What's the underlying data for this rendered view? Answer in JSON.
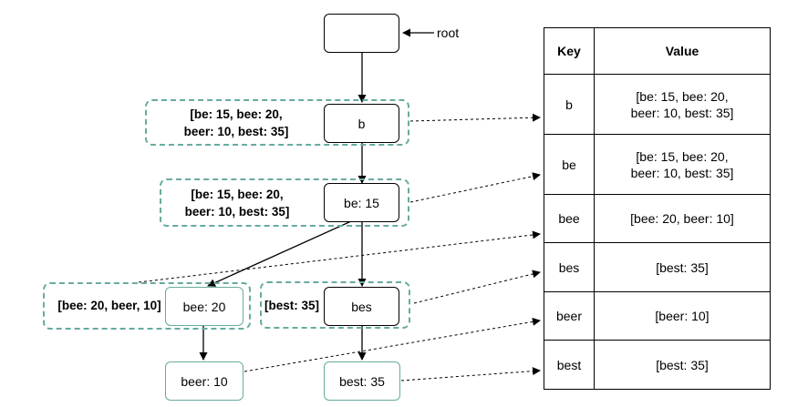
{
  "labels": {
    "root": "root"
  },
  "trie_nodes": {
    "root": "",
    "b": "b",
    "be": "be: 15",
    "bee": "bee: 20",
    "bes": "bes",
    "beer": "beer: 10",
    "best": "best: 35"
  },
  "cache": {
    "b": {
      "line1": "[be: 15, bee: 20,",
      "line2": "beer: 10, best: 35]"
    },
    "be": {
      "line1": "[be: 15, bee: 20,",
      "line2": "beer: 10, best: 35]"
    },
    "bee": {
      "line1": "[bee: 20, beer, 10]"
    },
    "bes": {
      "line1": "[best: 35]"
    }
  },
  "table": {
    "headers": [
      "Key",
      "Value"
    ],
    "rows": [
      {
        "key": "b",
        "value_line1": "[be: 15, bee: 20,",
        "value_line2": "beer: 10, best: 35]"
      },
      {
        "key": "be",
        "value_line1": "[be: 15, bee: 20,",
        "value_line2": "beer: 10, best: 35]"
      },
      {
        "key": "bee",
        "value_line1": "[bee: 20, beer: 10]",
        "value_line2": ""
      },
      {
        "key": "bes",
        "value_line1": "[best: 35]",
        "value_line2": ""
      },
      {
        "key": "beer",
        "value_line1": "[beer: 10]",
        "value_line2": ""
      },
      {
        "key": "best",
        "value_line1": "[best: 35]",
        "value_line2": ""
      }
    ]
  },
  "colors": {
    "edge": "#000000",
    "cache_border": "#67ab9f",
    "leaf_border": "#67ab9f",
    "node_border": "#000000"
  }
}
